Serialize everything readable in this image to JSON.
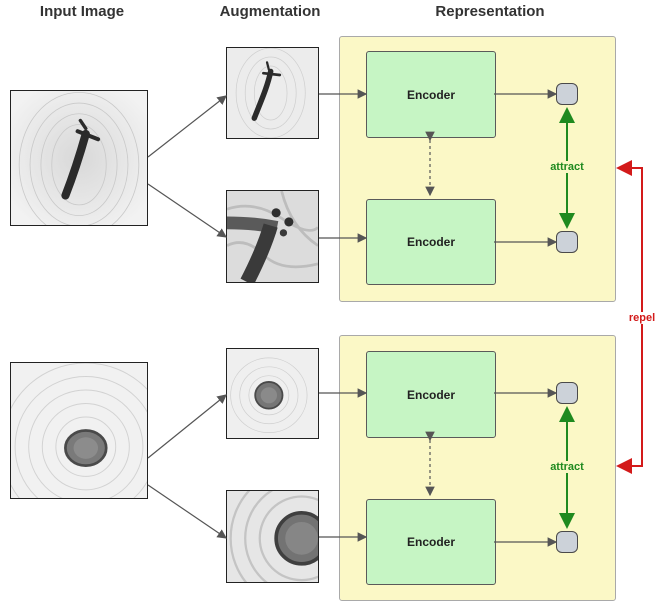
{
  "headers": {
    "input": "Input Image",
    "augmentation": "Augmentation",
    "representation": "Representation"
  },
  "groups": [
    {
      "encoders": [
        "Encoder",
        "Encoder"
      ],
      "link_label": "attract"
    },
    {
      "encoders": [
        "Encoder",
        "Encoder"
      ],
      "link_label": "attract"
    }
  ],
  "cross_link_label": "repel",
  "colors": {
    "panel": "#fbf8c6",
    "encoder": "#c6f5c4",
    "node": "#ccd2d9",
    "attract": "#1f8a1f",
    "repel": "#d31a1a",
    "arrow": "#555555"
  },
  "images": {
    "input_1": "particle-elongated-image",
    "aug_1a": "particle-elongated-small-image",
    "aug_1b": "particle-elongated-zoomed-image",
    "input_2": "particle-round-image",
    "aug_2a": "particle-round-small-image",
    "aug_2b": "particle-round-zoomed-image"
  }
}
